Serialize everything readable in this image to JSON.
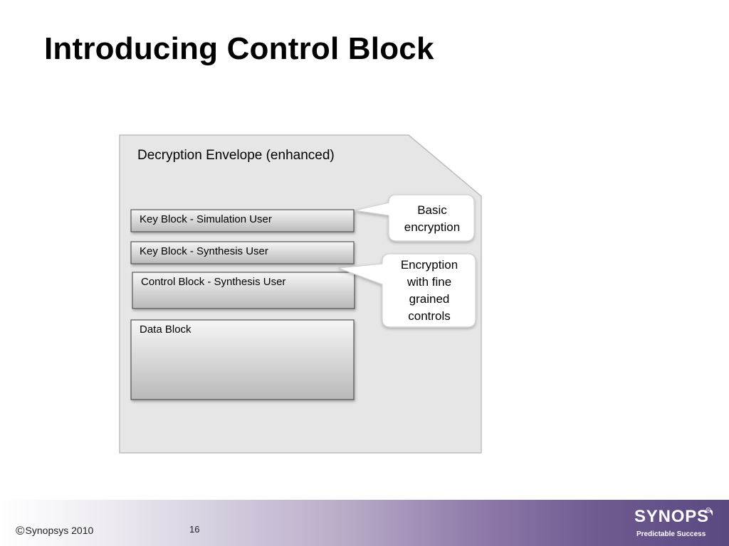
{
  "slide": {
    "title": "Introducing Control Block"
  },
  "diagram": {
    "envelope_title": "Decryption Envelope (enhanced)",
    "blocks": [
      {
        "label": "Key Block - Simulation User"
      },
      {
        "label": "Key Block - Synthesis User"
      },
      {
        "label": "Control Block - Synthesis User"
      },
      {
        "label": "Data Block"
      }
    ],
    "callouts": [
      {
        "lines": [
          "Basic",
          "encryption"
        ]
      },
      {
        "lines": [
          "Encryption",
          "with fine",
          "grained",
          "controls"
        ]
      }
    ]
  },
  "footer": {
    "copyright_symbol": "©",
    "copyright_text": "Synopsys 2010",
    "page_number": "16",
    "logo_text": "SYNOPSYS",
    "tagline": "Predictable Success"
  },
  "colors": {
    "envelope_fill": "#e6e6e6",
    "envelope_stroke": "#bdbdbd",
    "block_stroke": "#4a4a4a",
    "block_gradient_top": "#f6f6f6",
    "block_gradient_bottom": "#b9b9b9",
    "callout_fill": "#ffffff",
    "callout_stroke": "#d0d0d0",
    "footer_purple": "#5a4880"
  }
}
